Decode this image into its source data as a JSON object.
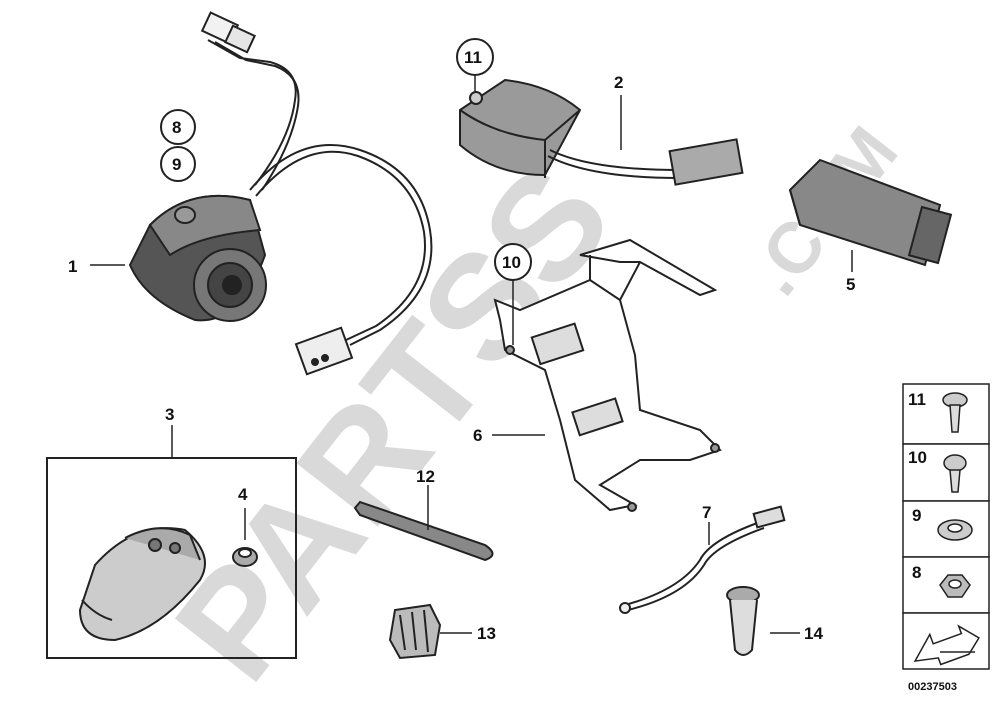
{
  "watermark": {
    "text": "PARTSS",
    "suffix": ".COM"
  },
  "callouts": {
    "c1": "1",
    "c2": "2",
    "c3": "3",
    "c4": "4",
    "c5": "5",
    "c6": "6",
    "c7": "7",
    "c8": "8",
    "c9": "9",
    "c10": "10",
    "c11": "11",
    "c12": "12",
    "c13": "13",
    "c14": "14"
  },
  "legend": {
    "r11": "11",
    "r10": "10",
    "r9": "9",
    "r8": "8"
  },
  "diagram_id": "00237503"
}
